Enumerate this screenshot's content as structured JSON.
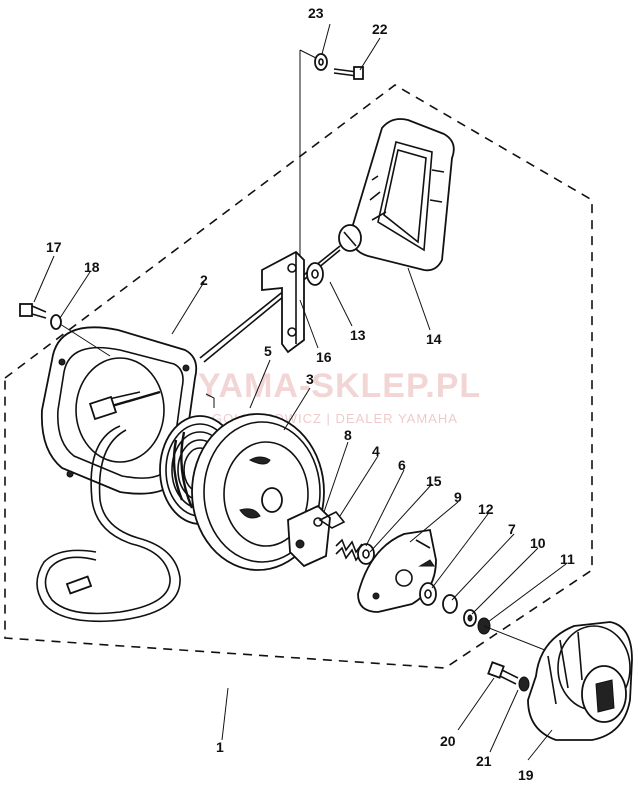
{
  "watermark": {
    "main": "YAMA-SKLEP.PL",
    "sub": "GOLUCHOWICZ | DEALER YAMAHA",
    "color": "#e9b3b3"
  },
  "labels": {
    "p1": "1",
    "p2": "2",
    "p3": "3",
    "p4": "4",
    "p5": "5",
    "p6": "6",
    "p7": "7",
    "p8": "8",
    "p9": "9",
    "p10": "10",
    "p11": "11",
    "p12": "12",
    "p13": "13",
    "p14": "14",
    "p15": "15",
    "p16": "16",
    "p17": "17",
    "p18": "18",
    "p19": "19",
    "p20": "20",
    "p21": "21",
    "p22": "22",
    "p23": "23"
  }
}
